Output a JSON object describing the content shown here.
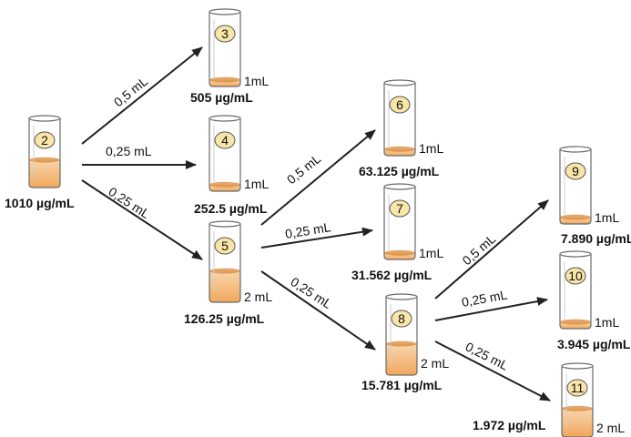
{
  "colors": {
    "liquid_light": "#f8d6ae",
    "liquid_dark": "#f0a75c",
    "liquid_edge": "#d88a38",
    "badge_fill": "#f8e6a8",
    "tube_stroke": "#6a6a6a",
    "arrow": "#222222"
  },
  "tubes": [
    {
      "id": "2",
      "label": "2",
      "concentration": "1010 µg/mL",
      "volume": "",
      "fill": 0.4
    },
    {
      "id": "3",
      "label": "3",
      "concentration": "505 µg/mL",
      "volume": "1mL",
      "fill": 0.09
    },
    {
      "id": "4",
      "label": "4",
      "concentration": "252.5 µg/mL",
      "volume": "1mL",
      "fill": 0.09
    },
    {
      "id": "5",
      "label": "5",
      "concentration": "126.25 µg/mL",
      "volume": "2 mL",
      "fill": 0.4
    },
    {
      "id": "6",
      "label": "6",
      "concentration": "63.125 µg/mL",
      "volume": "1mL",
      "fill": 0.09
    },
    {
      "id": "7",
      "label": "7",
      "concentration": "31.562 µg/mL",
      "volume": "1mL",
      "fill": 0.09
    },
    {
      "id": "8",
      "label": "8",
      "concentration": "15.781 µg/mL",
      "volume": "2 mL",
      "fill": 0.4
    },
    {
      "id": "9",
      "label": "9",
      "concentration": "7.890 µg/mL",
      "volume": "1mL",
      "fill": 0.09
    },
    {
      "id": "10",
      "label": "10",
      "concentration": "3.945 µg/mL",
      "volume": "1mL",
      "fill": 0.09
    },
    {
      "id": "11",
      "label": "11",
      "concentration": "1.972 µg/mL",
      "volume": "2 mL",
      "fill": 0.4
    }
  ],
  "transfers": [
    {
      "from": "2",
      "to": "3",
      "volume": "0,5 mL"
    },
    {
      "from": "2",
      "to": "4",
      "volume": "0,25 mL"
    },
    {
      "from": "2",
      "to": "5",
      "volume": "0,25 mL"
    },
    {
      "from": "5",
      "to": "6",
      "volume": "0,5 mL"
    },
    {
      "from": "5",
      "to": "7",
      "volume": "0,25 mL"
    },
    {
      "from": "5",
      "to": "8",
      "volume": "0,25 mL"
    },
    {
      "from": "8",
      "to": "9",
      "volume": "0,5 mL"
    },
    {
      "from": "8",
      "to": "10",
      "volume": "0,25 mL"
    },
    {
      "from": "8",
      "to": "11",
      "volume": "0,25 mL"
    }
  ]
}
